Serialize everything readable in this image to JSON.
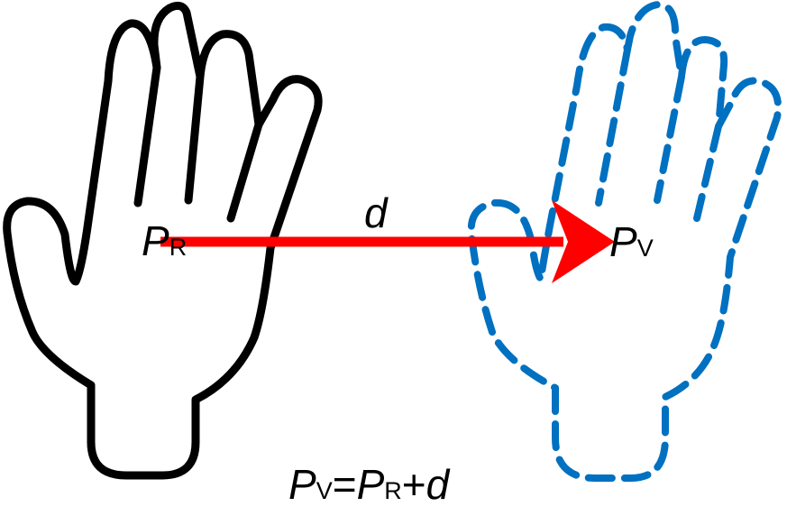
{
  "colors": {
    "real_hand": "#000000",
    "virtual_hand": "#0070C0",
    "arrow": "#FF0000",
    "background": "#FFFFFF"
  },
  "labels": {
    "real_point": {
      "symbol": "P",
      "subscript": "R"
    },
    "virtual_point": {
      "symbol": "P",
      "subscript": "V"
    },
    "displacement": "d"
  },
  "equation": {
    "lhs_symbol": "P",
    "lhs_subscript": "V",
    "equals": "=",
    "rhs_symbol": "P",
    "rhs_subscript": "R",
    "plus": "+",
    "rhs_term": "d"
  }
}
